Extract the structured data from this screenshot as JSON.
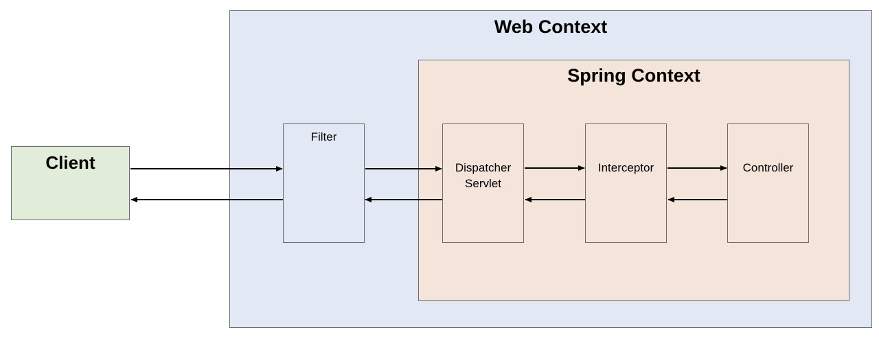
{
  "diagram": {
    "web_context": {
      "title": "Web Context"
    },
    "spring_context": {
      "title": "Spring Context"
    },
    "client": {
      "label": "Client"
    },
    "filter": {
      "label": "Filter"
    },
    "dispatcher_servlet": {
      "label": "Dispatcher\nServlet"
    },
    "interceptor": {
      "label": "Interceptor"
    },
    "controller": {
      "label": "Controller"
    },
    "edges": [
      {
        "from": "Client",
        "to": "Filter"
      },
      {
        "from": "Filter",
        "to": "Client"
      },
      {
        "from": "Filter",
        "to": "Dispatcher Servlet"
      },
      {
        "from": "Dispatcher Servlet",
        "to": "Filter"
      },
      {
        "from": "Dispatcher Servlet",
        "to": "Interceptor"
      },
      {
        "from": "Interceptor",
        "to": "Dispatcher Servlet"
      },
      {
        "from": "Interceptor",
        "to": "Controller"
      },
      {
        "from": "Controller",
        "to": "Interceptor"
      }
    ],
    "colors": {
      "web_context_fill": "#e3e9f4",
      "spring_context_fill": "#f4e4d9",
      "client_fill": "#e2edd9",
      "border": "#6b6b6b",
      "arrow": "#000000"
    }
  }
}
